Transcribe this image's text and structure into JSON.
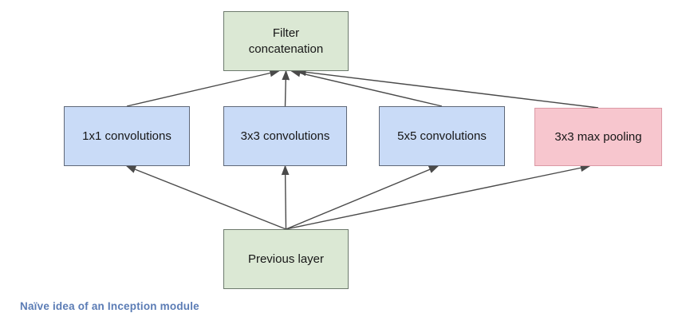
{
  "diagram": {
    "caption": "Naïve idea of an Inception module",
    "nodes": [
      {
        "id": "filter-concat",
        "label": "Filter concatenation",
        "type": "green"
      },
      {
        "id": "conv1x1",
        "label": "1x1 convolutions",
        "type": "blue"
      },
      {
        "id": "conv3x3",
        "label": "3x3 convolutions",
        "type": "blue"
      },
      {
        "id": "conv5x5",
        "label": "5x5 convolutions",
        "type": "blue"
      },
      {
        "id": "maxpool",
        "label": "3x3 max pooling",
        "type": "red"
      },
      {
        "id": "previous",
        "label": "Previous layer",
        "type": "green"
      }
    ],
    "edges": [
      {
        "from": "previous",
        "to": "conv1x1"
      },
      {
        "from": "previous",
        "to": "conv3x3"
      },
      {
        "from": "previous",
        "to": "conv5x5"
      },
      {
        "from": "previous",
        "to": "maxpool"
      },
      {
        "from": "conv1x1",
        "to": "filter-concat"
      },
      {
        "from": "conv3x3",
        "to": "filter-concat"
      },
      {
        "from": "conv5x5",
        "to": "filter-concat"
      },
      {
        "from": "maxpool",
        "to": "filter-concat"
      }
    ],
    "colors": {
      "green_fill": "#dbe8d4",
      "green_border": "#6d7a6d",
      "blue_fill": "#c9dbf7",
      "blue_border": "#5f6878",
      "red_fill": "#f7c6ce",
      "red_border": "#db99a5",
      "arrow": "#4a4a4a",
      "caption": "#5b7cb5"
    }
  }
}
